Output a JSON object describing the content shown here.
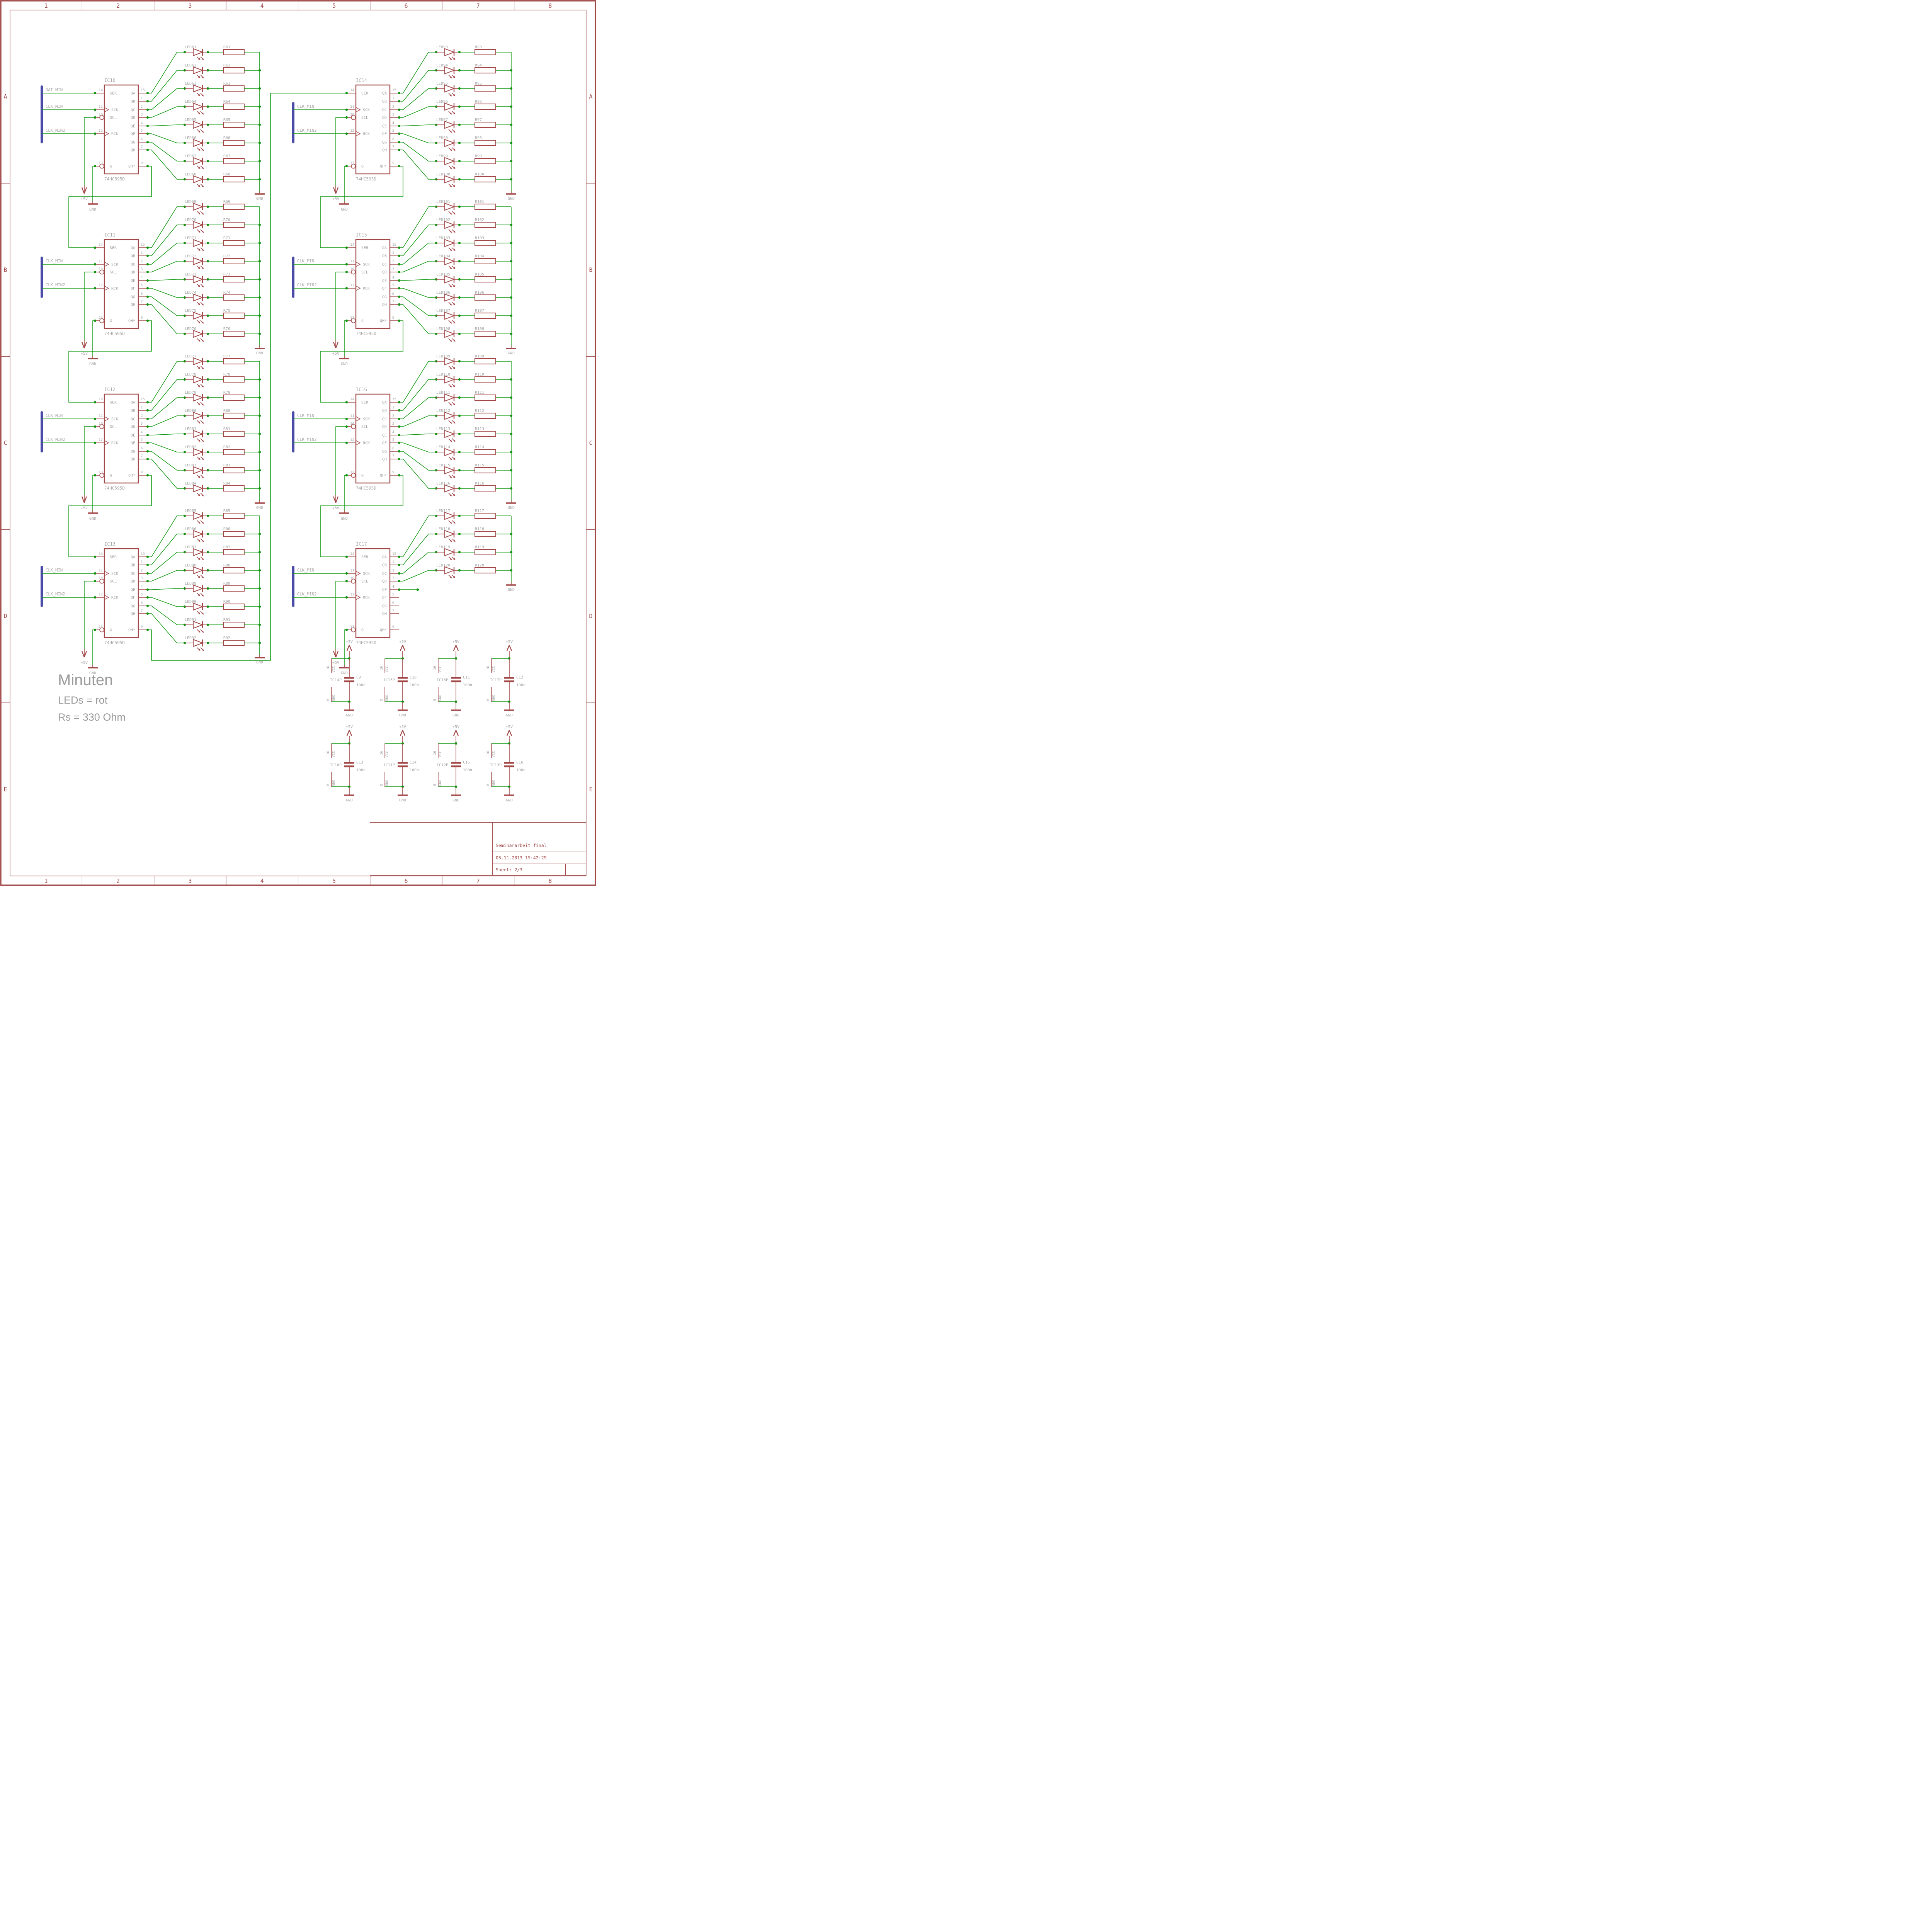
{
  "colors": {
    "wire": "#149a14",
    "junction": "#0e930e",
    "symbol": "#a34848",
    "label": "#a6a6a6",
    "bus": "#4a4aa8",
    "frame": "#a04848"
  },
  "frame": {
    "columns": [
      "1",
      "2",
      "3",
      "4",
      "5",
      "6",
      "7",
      "8"
    ],
    "rows": [
      "A",
      "B",
      "C",
      "D",
      "E"
    ]
  },
  "notes": {
    "heading": "Minuten",
    "line1": "LEDs = rot",
    "line2": "Rs = 330 Ohm"
  },
  "title_block": {
    "project": "Seminararbeit_final",
    "timestamp": "03.11.2013 15:42:29",
    "sheet": "Sheet: 2/3"
  },
  "power": {
    "vcc": "+5V",
    "gnd": "GND"
  },
  "ic": {
    "part": "74HC595D",
    "left_pins": [
      {
        "name": "SER",
        "num": "14",
        "type": "in"
      },
      {
        "name": "SCK",
        "num": "11",
        "type": "clk"
      },
      {
        "name": "SCL",
        "num": "10",
        "type": "inv"
      },
      {
        "name": "RCK",
        "num": "12",
        "type": "clk"
      },
      {
        "name": "G",
        "num": "13",
        "type": "inv"
      }
    ],
    "right_pins": [
      {
        "name": "QA",
        "num": "15"
      },
      {
        "name": "QB",
        "num": "1"
      },
      {
        "name": "QC",
        "num": "2"
      },
      {
        "name": "QD",
        "num": "3"
      },
      {
        "name": "QE",
        "num": "4"
      },
      {
        "name": "QF",
        "num": "5"
      },
      {
        "name": "QG",
        "num": "6"
      },
      {
        "name": "QH",
        "num": "7"
      },
      {
        "name": "QH*",
        "num": "9"
      }
    ]
  },
  "groups": [
    {
      "ref": "IC10",
      "column": 0,
      "row": 0,
      "chain_to_next": true,
      "inputs": [
        {
          "net": "DAT_MIN",
          "pin": "SER"
        },
        {
          "net": "CLK_MIN",
          "pin": "SCK"
        },
        {
          "net": "CLK_MIN2",
          "pin": "RCK"
        }
      ],
      "rows": [
        {
          "led": "LED61",
          "res": "R61"
        },
        {
          "led": "LED62",
          "res": "R62"
        },
        {
          "led": "LED63",
          "res": "R63"
        },
        {
          "led": "LED64",
          "res": "R64"
        },
        {
          "led": "LED65",
          "res": "R65"
        },
        {
          "led": "LED66",
          "res": "R66"
        },
        {
          "led": "LED67",
          "res": "R67"
        },
        {
          "led": "LED68",
          "res": "R68"
        }
      ]
    },
    {
      "ref": "IC11",
      "column": 0,
      "row": 1,
      "chain_to_next": true,
      "inputs": [
        {
          "net": "CLK_MIN",
          "pin": "SCK"
        },
        {
          "net": "CLK_MIN2",
          "pin": "RCK"
        }
      ],
      "rows": [
        {
          "led": "LED69",
          "res": "R69"
        },
        {
          "led": "LED70",
          "res": "R70"
        },
        {
          "led": "LED71",
          "res": "R71"
        },
        {
          "led": "LED72",
          "res": "R72"
        },
        {
          "led": "LED73",
          "res": "R73"
        },
        {
          "led": "LED74",
          "res": "R74"
        },
        {
          "led": "LED75",
          "res": "R75"
        },
        {
          "led": "LED76",
          "res": "R76"
        }
      ]
    },
    {
      "ref": "IC12",
      "column": 0,
      "row": 2,
      "chain_to_next": true,
      "inputs": [
        {
          "net": "CLK_MIN",
          "pin": "SCK"
        },
        {
          "net": "CLK_MIN2",
          "pin": "RCK"
        }
      ],
      "rows": [
        {
          "led": "LED77",
          "res": "R77"
        },
        {
          "led": "LED78",
          "res": "R78"
        },
        {
          "led": "LED79",
          "res": "R79"
        },
        {
          "led": "LED80",
          "res": "R80"
        },
        {
          "led": "LED81",
          "res": "R81"
        },
        {
          "led": "LED82",
          "res": "R82"
        },
        {
          "led": "LED83",
          "res": "R83"
        },
        {
          "led": "LED84",
          "res": "R84"
        }
      ]
    },
    {
      "ref": "IC13",
      "column": 0,
      "row": 3,
      "chain_to_next": true,
      "inputs": [
        {
          "net": "CLK_MIN",
          "pin": "SCK"
        },
        {
          "net": "CLK_MIN2",
          "pin": "RCK"
        }
      ],
      "rows": [
        {
          "led": "LED85",
          "res": "R85"
        },
        {
          "led": "LED86",
          "res": "R86"
        },
        {
          "led": "LED87",
          "res": "R87"
        },
        {
          "led": "LED88",
          "res": "R88"
        },
        {
          "led": "LED89",
          "res": "R89"
        },
        {
          "led": "LED90",
          "res": "R90"
        },
        {
          "led": "LED91",
          "res": "R91"
        },
        {
          "led": "LED92",
          "res": "R92"
        }
      ]
    },
    {
      "ref": "IC14",
      "column": 1,
      "row": 0,
      "chain_to_next": true,
      "inputs": [
        {
          "net": "CLK_MIN",
          "pin": "SCK"
        },
        {
          "net": "CLK_MIN2",
          "pin": "RCK"
        }
      ],
      "rows": [
        {
          "led": "LED93",
          "res": "R93"
        },
        {
          "led": "LED94",
          "res": "R94"
        },
        {
          "led": "LED95",
          "res": "R95"
        },
        {
          "led": "LED96",
          "res": "R96"
        },
        {
          "led": "LED97",
          "res": "R97"
        },
        {
          "led": "LED98",
          "res": "R98"
        },
        {
          "led": "LED99",
          "res": "R99"
        },
        {
          "led": "LED100",
          "res": "R100"
        }
      ]
    },
    {
      "ref": "IC15",
      "column": 1,
      "row": 1,
      "chain_to_next": true,
      "inputs": [
        {
          "net": "CLK_MIN",
          "pin": "SCK"
        },
        {
          "net": "CLK_MIN2",
          "pin": "RCK"
        }
      ],
      "rows": [
        {
          "led": "LED101",
          "res": "R101"
        },
        {
          "led": "LED102",
          "res": "R102"
        },
        {
          "led": "LED103",
          "res": "R103"
        },
        {
          "led": "LED104",
          "res": "R104"
        },
        {
          "led": "LED105",
          "res": "R105"
        },
        {
          "led": "LED106",
          "res": "R106"
        },
        {
          "led": "LED107",
          "res": "R107"
        },
        {
          "led": "LED108",
          "res": "R108"
        }
      ]
    },
    {
      "ref": "IC16",
      "column": 1,
      "row": 2,
      "chain_to_next": true,
      "inputs": [
        {
          "net": "CLK_MIN",
          "pin": "SCK"
        },
        {
          "net": "CLK_MIN2",
          "pin": "RCK"
        }
      ],
      "rows": [
        {
          "led": "LED109",
          "res": "R109"
        },
        {
          "led": "LED110",
          "res": "R110"
        },
        {
          "led": "LED111",
          "res": "R111"
        },
        {
          "led": "LED112",
          "res": "R112"
        },
        {
          "led": "LED113",
          "res": "R113"
        },
        {
          "led": "LED114",
          "res": "R114"
        },
        {
          "led": "LED115",
          "res": "R115"
        },
        {
          "led": "LED116",
          "res": "R116"
        }
      ]
    },
    {
      "ref": "IC17",
      "column": 1,
      "row": 3,
      "chain_to_next": false,
      "inputs": [
        {
          "net": "CLK_MIN",
          "pin": "SCK"
        },
        {
          "net": "CLK_MIN2",
          "pin": "RCK"
        }
      ],
      "rows": [
        {
          "led": "LED117",
          "res": "R117"
        },
        {
          "led": "LED118",
          "res": "R118"
        },
        {
          "led": "LED119",
          "res": "R119"
        },
        {
          "led": "LED120",
          "res": "R120"
        }
      ]
    }
  ],
  "decoupling": {
    "vcc_pin_num": "16",
    "vcc_pin_name": "VCC",
    "gnd_pin_num": "8",
    "gnd_pin_name": "GND",
    "rows": [
      [
        {
          "ref": "IC14P",
          "cap": "C9",
          "value": "100n"
        },
        {
          "ref": "IC15P",
          "cap": "C10",
          "value": "100n"
        },
        {
          "ref": "IC16P",
          "cap": "C11",
          "value": "100n"
        },
        {
          "ref": "IC17P",
          "cap": "C12",
          "value": "100n"
        }
      ],
      [
        {
          "ref": "IC10P",
          "cap": "C13",
          "value": "100n"
        },
        {
          "ref": "IC11P",
          "cap": "C14",
          "value": "100n"
        },
        {
          "ref": "IC12P",
          "cap": "C15",
          "value": "100n"
        },
        {
          "ref": "IC13P",
          "cap": "C16",
          "value": "100n"
        }
      ]
    ]
  }
}
